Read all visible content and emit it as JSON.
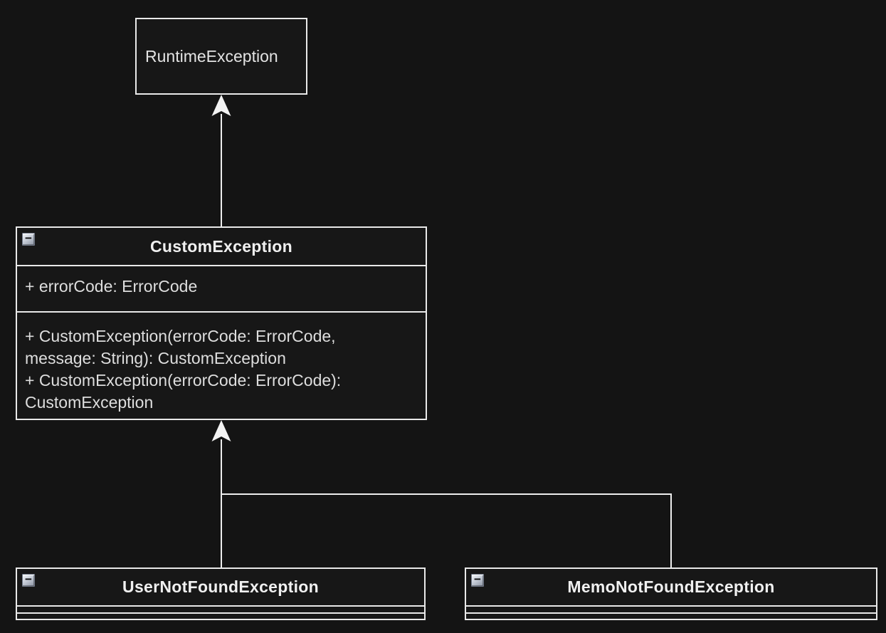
{
  "diagram": {
    "type": "uml-class-diagram",
    "colors": {
      "background": "#141414",
      "box_fill": "#171717",
      "line": "#e9e9e9",
      "body_text": "#dedede",
      "title_text": "#f0f0f0",
      "collapse_button_fill": "#cdd3dd"
    },
    "icons": {
      "collapse": "−"
    },
    "classes": {
      "runtime": {
        "name": "RuntimeException"
      },
      "custom": {
        "name": "CustomException",
        "attributes": [
          "+ errorCode: ErrorCode"
        ],
        "methods": [
          "+ CustomException(errorCode: ErrorCode,\nmessage: String): CustomException",
          "+ CustomException(errorCode: ErrorCode):\nCustomException"
        ]
      },
      "user": {
        "name": "UserNotFoundException"
      },
      "memo": {
        "name": "MemoNotFoundException"
      }
    },
    "relationships": [
      {
        "type": "generalization",
        "from": "CustomException",
        "to": "RuntimeException"
      },
      {
        "type": "generalization",
        "from": "UserNotFoundException",
        "to": "CustomException"
      },
      {
        "type": "generalization",
        "from": "MemoNotFoundException",
        "to": "CustomException"
      }
    ]
  }
}
